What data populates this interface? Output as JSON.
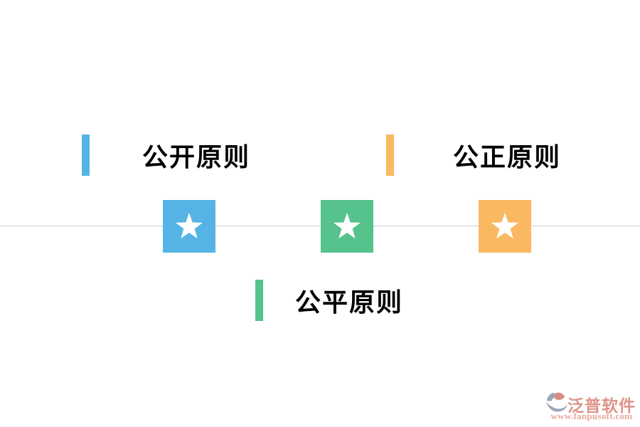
{
  "canvas": {
    "background": "#ffffff"
  },
  "divider": {
    "color": "#cccccc"
  },
  "title_text_color": "#000000",
  "principles": [
    {
      "label": "公开原则",
      "color": "#55b4e5",
      "position": "top-left"
    },
    {
      "label": "公正原则",
      "color": "#fab961",
      "position": "top-right"
    },
    {
      "label": "公平原则",
      "color": "#56c28c",
      "position": "bottom-center"
    }
  ],
  "markers": [
    {
      "icon": "star-icon",
      "color": "#55b4e5",
      "star_color": "#ffffff"
    },
    {
      "icon": "star-icon",
      "color": "#56c28c",
      "star_color": "#ffffff"
    },
    {
      "icon": "star-icon",
      "color": "#fab961",
      "star_color": "#ffffff"
    }
  ],
  "watermark": {
    "brand": "泛普软件",
    "url": "www.fanpusoft.com",
    "brand_color": "#dc9486",
    "url_color": "#e8a79a",
    "icon_gray": "#9aa6b8",
    "icon_salmon": "#d78f7e"
  }
}
